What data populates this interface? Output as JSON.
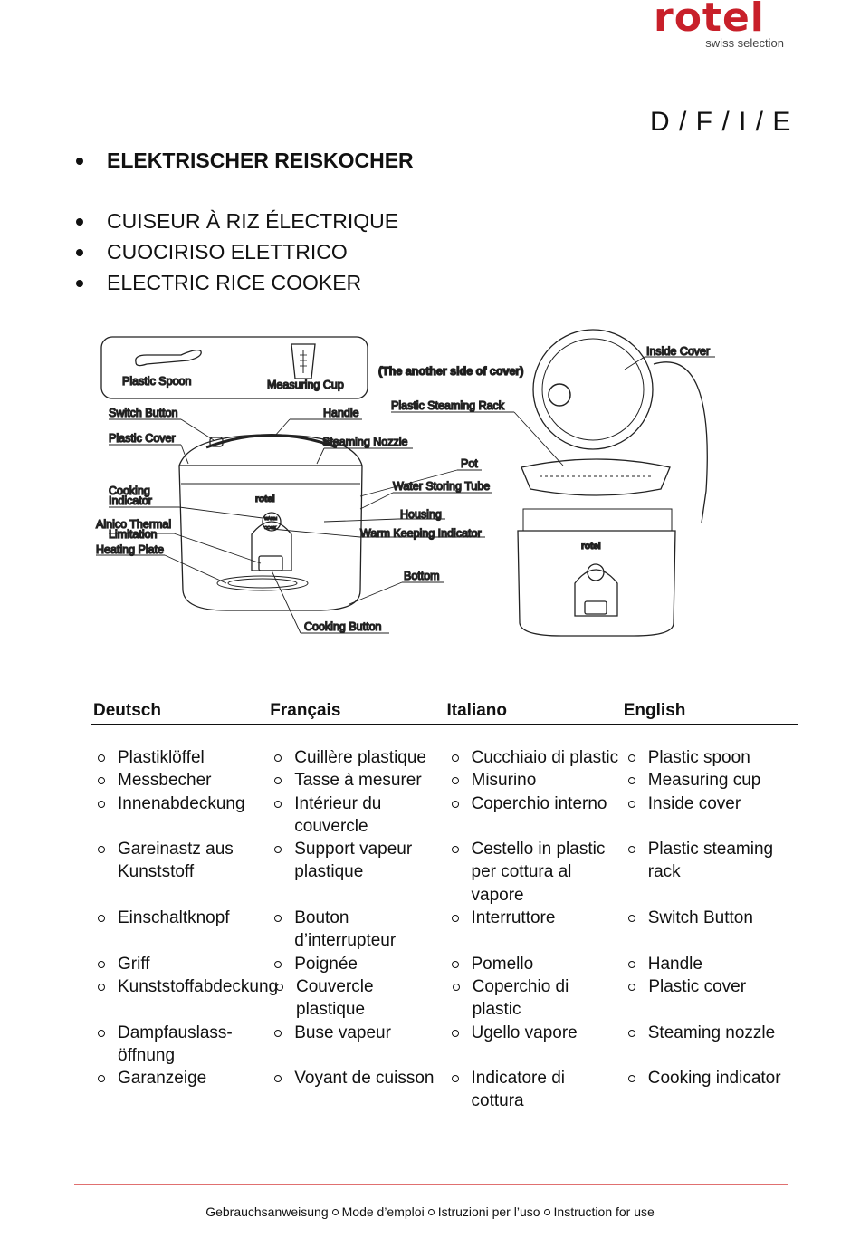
{
  "brand": {
    "name": "rotel",
    "tagline": "swiss selection",
    "color": "#c8202a"
  },
  "lang_code": "D / F / I / E",
  "titles": [
    "ELEKTRISCHER REISKOCHER",
    "CUISEUR À RIZ ÉLECTRIQUE",
    "CUOCIRISO ELETTRICO",
    "ELECTRIC RICE COOKER"
  ],
  "diagram": {
    "labels": {
      "plastic_spoon": "Plastic Spoon",
      "measuring_cup": "Measuring Cup",
      "another_side": "(The another side of cover)",
      "inside_cover": "Inside Cover",
      "plastic_steaming_rack": "Plastic Steaming Rack",
      "switch_button": "Switch Button",
      "handle": "Handle",
      "plastic_cover": "Plastic Cover",
      "steaming_nozzle": "Steaming Nozzle",
      "pot": "Pot",
      "cooking": "Cooking",
      "indicator": "Indicator",
      "water_storing_tube": "Water Storing Tube",
      "alnico_1": "Alnico Thermal",
      "alnico_2": "Limitation",
      "housing": "Housing",
      "heating_plate": "Heating Plate",
      "warm_keeping_indicator": "Warm Keeping Indicator",
      "bottom": "Bottom",
      "cooking_button": "Cooking  Button",
      "brand_on_cooker": "rotel",
      "warm": "WARM",
      "cook": "COOK"
    }
  },
  "table": {
    "headers": [
      "Deutsch",
      "Français",
      "Italiano",
      "English"
    ],
    "rows": [
      [
        "Plastiklöffel",
        "Cuillère plastique",
        "Cucchiaio di plastic",
        "Plastic spoon"
      ],
      [
        "Messbecher",
        "Tasse à mesurer",
        "Misurino",
        "Measuring cup"
      ],
      [
        "Innenabdeckung",
        "Intérieur du couvercle",
        "Coperchio interno",
        "Inside cover"
      ],
      [
        "Gareinastz aus Kunststoff",
        "Support vapeur plastique",
        "Cestello in plastic per cottura al vapore",
        "Plastic steaming rack"
      ],
      [
        "Einschaltknopf",
        "Bouton d’interrupteur",
        "Interruttore",
        "Switch Button"
      ],
      [
        "Griff",
        "Poignée",
        "Pomello",
        "Handle"
      ],
      [
        "Kunststoffabdeckung",
        "Couvercle plastique",
        "Coperchio di plastic",
        "Plastic cover"
      ],
      [
        "Dampfauslass-öffnung",
        "Buse vapeur",
        "Ugello vapore",
        "Steaming nozzle"
      ],
      [
        "Garanzeige",
        "Voyant de cuisson",
        "Indicatore di cottura",
        "Cooking indicator"
      ]
    ]
  },
  "footer": [
    "Gebrauchsanweisung",
    "Mode d’emploi",
    "Istruzioni per l’uso",
    "Instruction for use"
  ]
}
